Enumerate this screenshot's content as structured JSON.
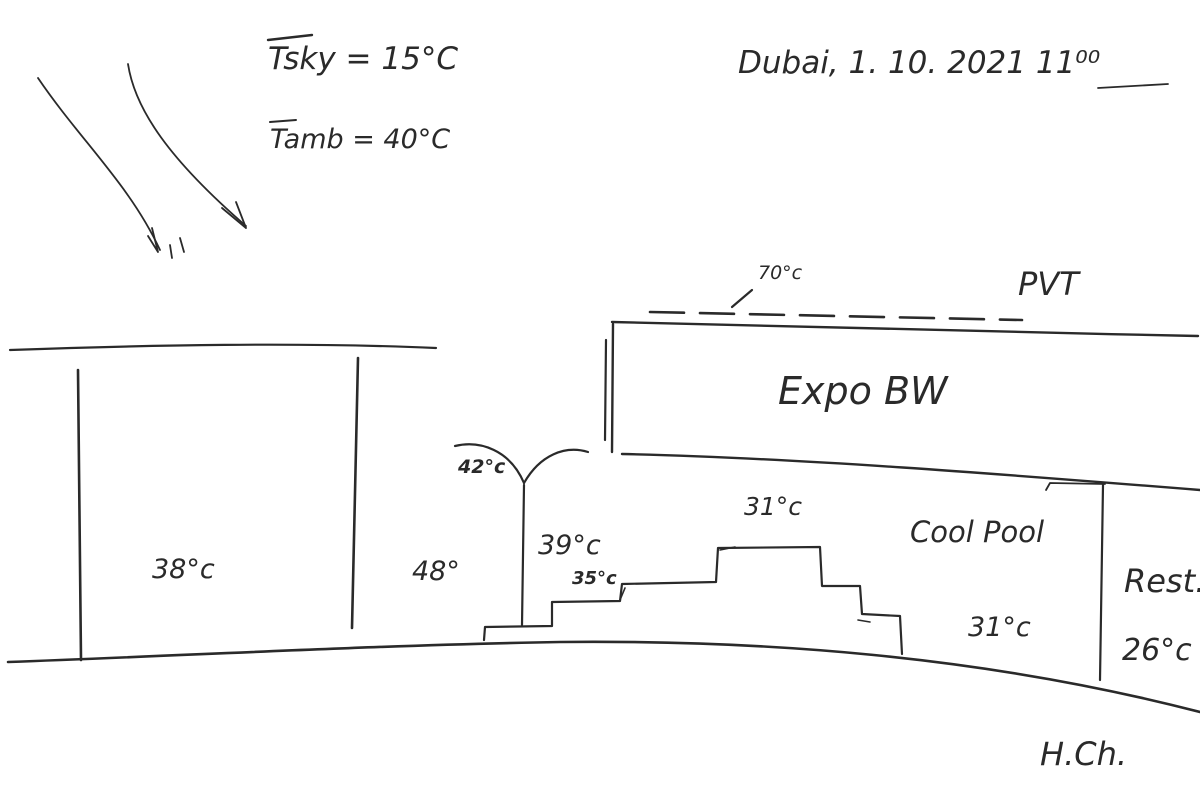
{
  "header": {
    "t_sky": "Tsky = 15°C",
    "t_amb": "Tamb = 40°C",
    "place_date_time": "Dubai, 1. 10. 2021 11⁰⁰"
  },
  "roof": {
    "pvt_label": "PVT",
    "pvt_temp": "70°c"
  },
  "zones": {
    "left_building": "38°c",
    "gap": "48°",
    "tree": "42°c",
    "street": "39°c",
    "step": "35°c",
    "stands": "31°c",
    "expo_building": "Expo BW",
    "cool_pool_label": "Cool Pool",
    "cool_pool_temp": "31°c",
    "rest_label": "Rest.",
    "rest_temp": "26°c"
  },
  "signature": "H.Ch."
}
